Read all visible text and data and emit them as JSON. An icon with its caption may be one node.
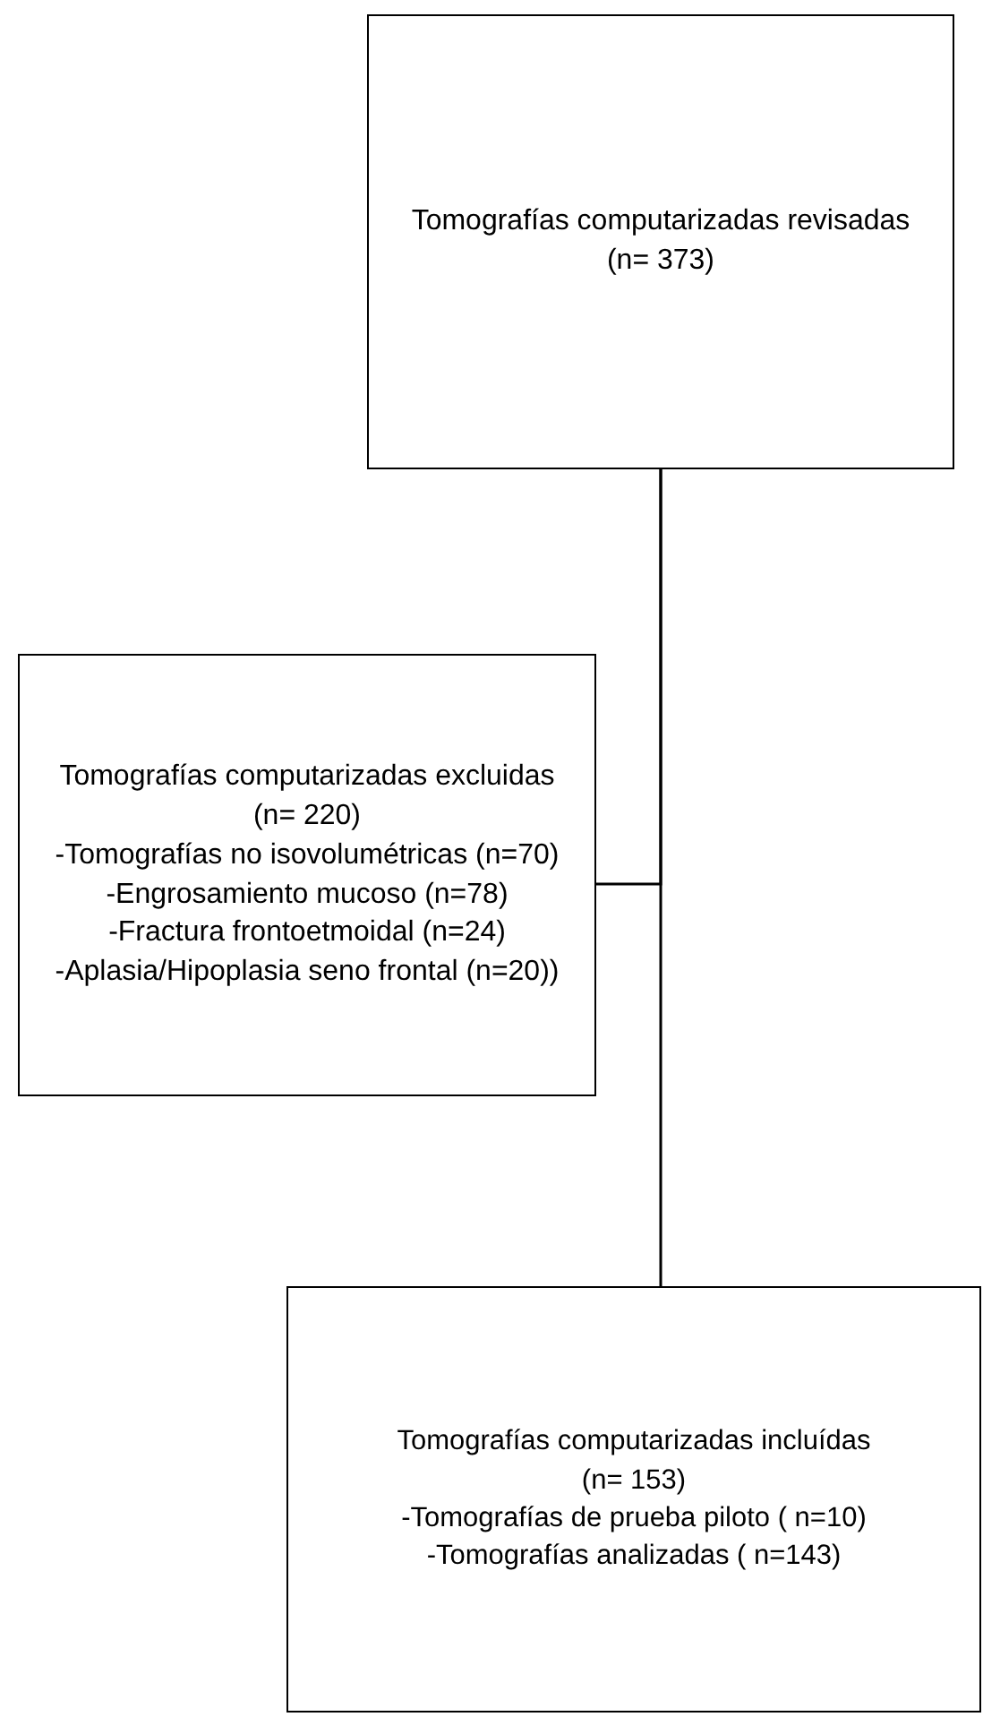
{
  "diagram": {
    "nodes": [
      {
        "text": [
          "Tomografías computarizadas revisadas",
          "(n= 373)"
        ]
      },
      {
        "text": [
          "Tomografías computarizadas excluidas",
          "(n= 220)",
          "-Tomografías no isovolumétricas (n=70)",
          "-Engrosamiento mucoso (n=78)",
          "-Fractura frontoetmoidal (n=24)",
          "-Aplasia/Hipoplasia seno frontal (n=20))"
        ]
      },
      {
        "text": [
          "Tomografías computarizadas incluídas",
          "(n= 153)",
          "-Tomografías de prueba piloto ( n=10)",
          "-Tomografías analizadas ( n=143)"
        ]
      }
    ],
    "edges": [
      {
        "from": 0,
        "to": 2,
        "arrow": "none"
      },
      {
        "from": 0,
        "to": 1,
        "arrow": "none"
      }
    ]
  }
}
